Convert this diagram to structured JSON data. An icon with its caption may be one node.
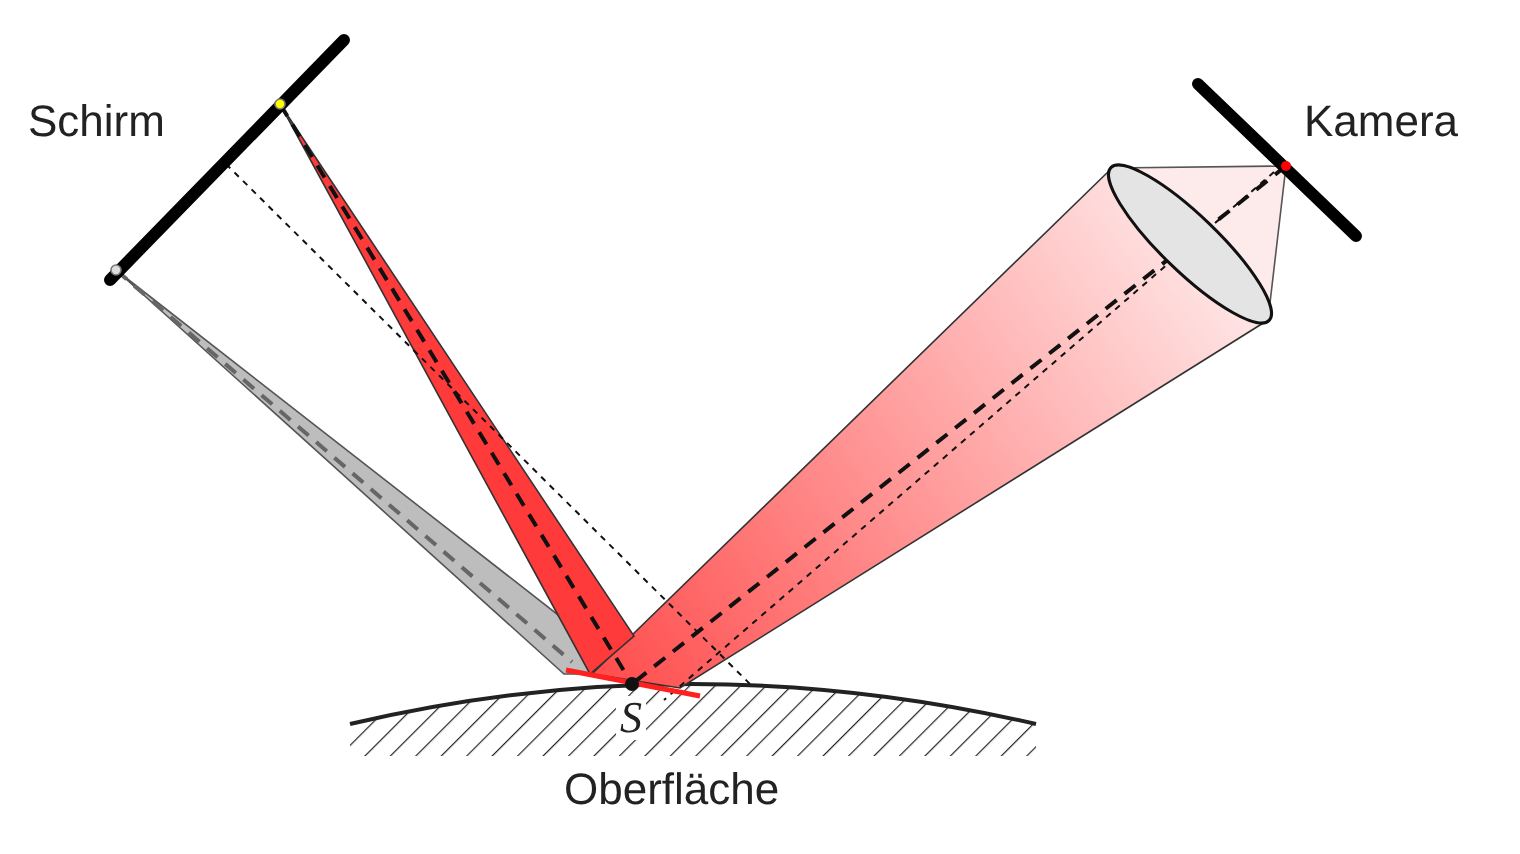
{
  "diagram": {
    "labels": [
      "Schirm",
      "Kamera",
      "S",
      "Oberfläche"
    ]
  }
}
